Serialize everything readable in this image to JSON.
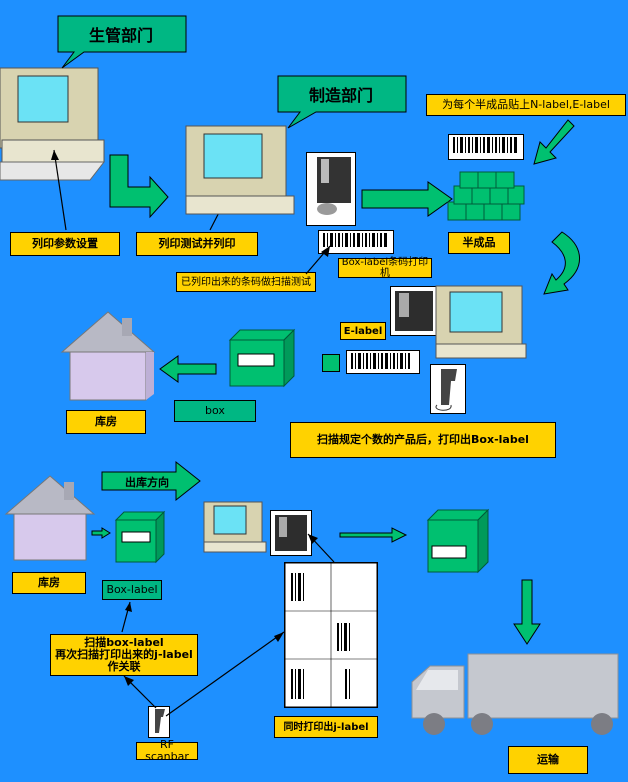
{
  "top": {
    "production_dept": "生管部门",
    "manufacturing_dept": "制造部门",
    "set_print_params": "列印参数设置",
    "print_test": "列印测试并列印",
    "scanned_barcode_test": "已列印出来的条码做扫描测试",
    "semi_finished_label": "为每个半成品贴上N-label,E-label",
    "semi_finished": "半成品",
    "box_label_printer": "Box-label条码打印机",
    "e_label": "E-label",
    "box": "box",
    "warehouse": "库房",
    "scan_print_note": "扫描规定个数的产品后，打印出Box-label"
  },
  "bottom": {
    "outbound": "出库方向",
    "warehouse": "库房",
    "box_label": "Box-label",
    "scan_instruction": "扫描box-label\n再次扫描打印出来的j-label\n作关联",
    "rf_scanbar": "RF scanbar",
    "print_j_label": "同时打印出j-label",
    "transport": "运输"
  },
  "colors": {
    "background": "#1E90FF",
    "yellow_label": "#FFD200",
    "teal": "#00B783",
    "green_arrow": "#00C070"
  }
}
